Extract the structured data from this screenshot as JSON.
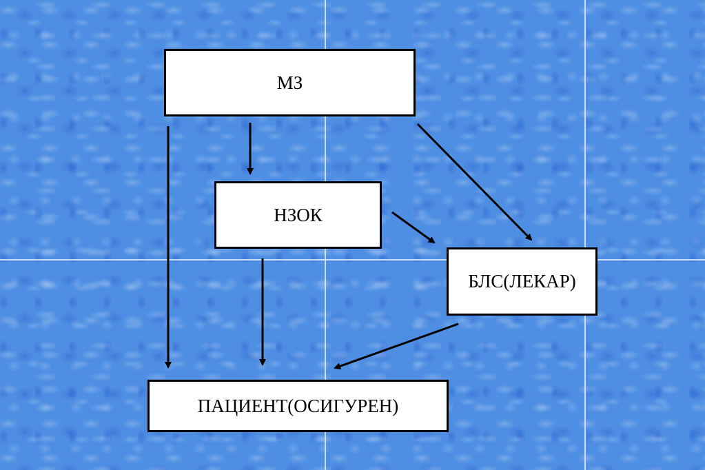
{
  "background": {
    "texture": "blue water caustics",
    "color": "#4f8fe3"
  },
  "nodes": {
    "mz": {
      "label": "МЗ"
    },
    "nzok": {
      "label": "НЗОК"
    },
    "bls": {
      "label": "БЛС(ЛЕКАР)"
    },
    "patient": {
      "label": "ПАЦИЕНТ(ОСИГУРЕН)"
    }
  },
  "edges": [
    {
      "from": "МЗ",
      "to": "НЗОК"
    },
    {
      "from": "МЗ",
      "to": "ПАЦИЕНТ(ОСИГУРЕН)"
    },
    {
      "from": "МЗ",
      "to": "БЛС(ЛЕКАР)"
    },
    {
      "from": "НЗОК",
      "to": "БЛС(ЛЕКАР)"
    },
    {
      "from": "НЗОК",
      "to": "ПАЦИЕНТ(ОСИГУРЕН)"
    },
    {
      "from": "БЛС(ЛЕКАР)",
      "to": "ПАЦИЕНТ(ОСИГУРЕН)"
    }
  ]
}
